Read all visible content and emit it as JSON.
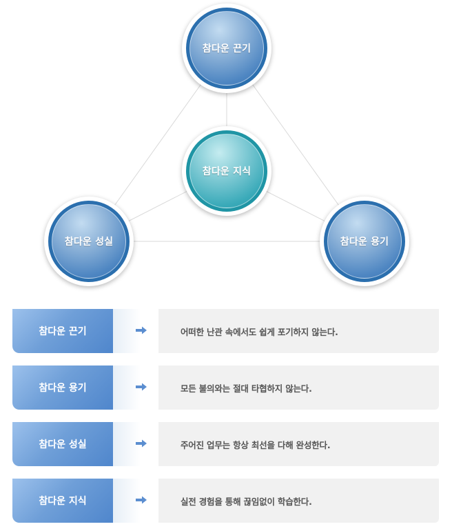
{
  "diagram": {
    "top_node": "참다운 끈기",
    "center_node": "참다운 지식",
    "left_node": "참다운 성실",
    "right_node": "참다운 용기"
  },
  "rows": [
    {
      "title": "참다운 끈기",
      "description": "어떠한 난관 속에서도 쉽게 포기하지 않는다."
    },
    {
      "title": "참다운 용기",
      "description": "모든 불의와는 절대 타협하지 않는다."
    },
    {
      "title": "참다운 성실",
      "description": "주어진 업무는 항상 최선을 다해 완성한다."
    },
    {
      "title": "참다운 지식",
      "description": "실전 경험을 통해 끊임없이 학습한다."
    }
  ],
  "colors": {
    "node_blue": "#2b6fae",
    "node_teal": "#1f95a5",
    "pill_blue": "#6f9fd8",
    "desc_bg": "#f1f1f1",
    "arrow": "#5b8ed0"
  }
}
